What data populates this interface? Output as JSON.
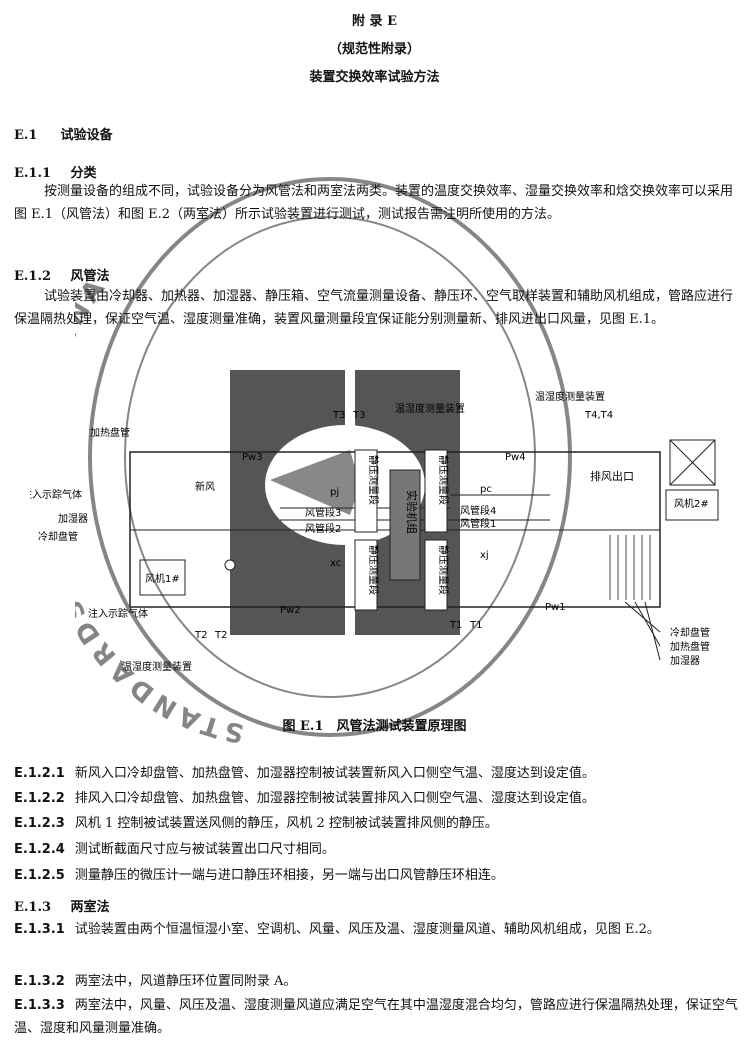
{
  "header": {
    "appendix": "附 录 E",
    "normative": "（规范性附录）",
    "title": "装置交换效率试验方法"
  },
  "sections": {
    "e1": {
      "num": "E.1",
      "title": "试验设备"
    },
    "e11": {
      "num": "E.1.1",
      "title": "分类"
    },
    "e11_text": "按测量设备的组成不同，试验设备分为风管法和两室法两类。装置的温度交换效率、湿量交换效率和焓交换效率可以采用图 E.1（风管法）和图 E.2（两室法）所示试验装置进行测试，测试报告需注明所使用的方法。",
    "e12": {
      "num": "E.1.2",
      "title": "风管法"
    },
    "e12_text": "试验装置由冷却器、加热器、加湿器、静压箱、空气流量测量设备、静压环、空气取样装置和辅助风机组成，管路应进行保温隔热处理，保证空气温、湿度测量准确，装置风量测量段宜保证能分别测量新、排风进出口风量，见图 E.1。"
  },
  "figure": {
    "caption": "图 E.1　风管法测试装置原理图",
    "labels": {
      "heating_coil": "加热盘管",
      "inject_tracer_1": "注入示踪气体",
      "humidifier": "加湿器",
      "cooling_coil": "冷却盘管",
      "fan1": "风机1#",
      "inject_tracer_2": "注入示踪气体",
      "th_measure_left": "温湿度测量装置",
      "th_measure_mid": "温湿度测量装置",
      "th_measure_right": "温湿度测量装置",
      "fresh_air": "新风",
      "exhaust_outlet": "排风出口",
      "fan2": "风机2#",
      "pw1": "Pw1",
      "pw2": "Pw2",
      "pw3": "Pw3",
      "pw4": "Pw4",
      "pj": "pj",
      "pc": "pc",
      "xc": "xc",
      "xj": "xj",
      "t1": "T1",
      "t1b": "T1",
      "t2": "T2",
      "t2b": "T2",
      "t3": "T3",
      "t3b": "T3",
      "t4": "T4,T4",
      "duct1": "风管段1",
      "duct2": "风管段2",
      "duct3": "风管段3",
      "duct4": "风管段4",
      "static_box_1": "静压测量段",
      "static_box_2": "静压测量段",
      "static_box_3": "静压测量段",
      "static_box_4": "静压测量段",
      "test_unit": "实验机组",
      "legend_cooling": "冷却盘管",
      "legend_heating": "加热盘管",
      "legend_humidifier": "加湿器"
    }
  },
  "stamp": {
    "text": "STANDARDS PRESS OF CHINA"
  },
  "items": [
    {
      "num": "E.1.2.1",
      "text": "新风入口冷却盘管、加热盘管、加湿器控制被试装置新风入口侧空气温、湿度达到设定值。"
    },
    {
      "num": "E.1.2.2",
      "text": "排风入口冷却盘管、加热盘管、加湿器控制被试装置排风入口侧空气温、湿度达到设定值。"
    },
    {
      "num": "E.1.2.3",
      "text": "风机 1 控制被试装置送风侧的静压，风机 2 控制被试装置排风侧的静压。"
    },
    {
      "num": "E.1.2.4",
      "text": "测试断截面尺寸应与被试装置出口尺寸相同。"
    },
    {
      "num": "E.1.2.5",
      "text": "测量静压的微压计一端与进口静压环相接，另一端与出口风管静压环相连。"
    }
  ],
  "e13": {
    "num": "E.1.3",
    "title": "两室法"
  },
  "items2": [
    {
      "num": "E.1.3.1",
      "text": "试验装置由两个恒温恒湿小室、空调机、风量、风压及温、湿度测量风道、辅助风机组成，见图 E.2。"
    },
    {
      "num": "E.1.3.2",
      "text": "两室法中，风道静压环位置同附录 A。"
    },
    {
      "num": "E.1.3.3",
      "text": "两室法中，风量、风压及温、湿度测量风道应满足空气在其中温湿度混合均匀，管路应进行保温隔热处理，保证空气温、湿度和风量测量准确。"
    }
  ]
}
